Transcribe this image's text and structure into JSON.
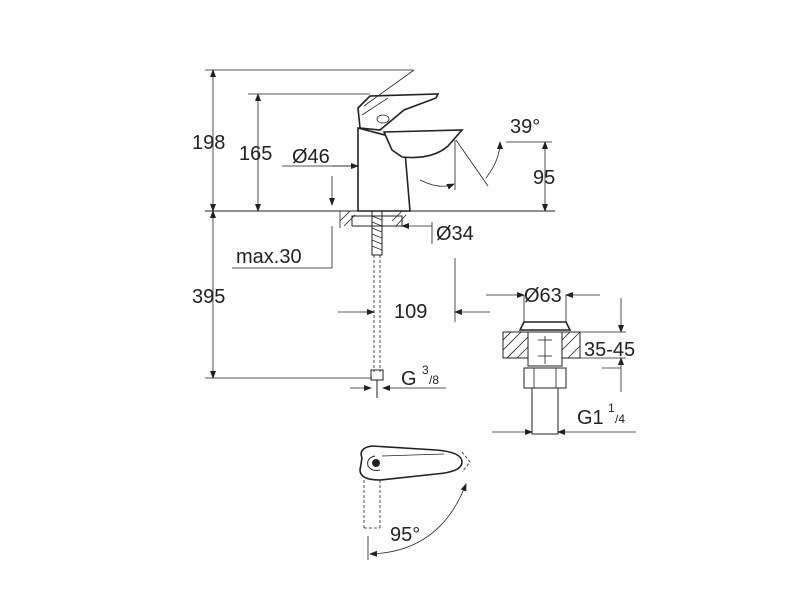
{
  "dimensions": {
    "total_height": "198",
    "spout_height": "165",
    "body_diameter": "Ø46",
    "lever_angle": "39°",
    "lever_rise": "95",
    "hole_diameter": "Ø34",
    "max_deck": "max.30",
    "hose_length": "395",
    "spout_reach": "109",
    "connection_prefix": "G",
    "connection_num": "3",
    "connection_den": "/8",
    "waste_diameter": "Ø63",
    "waste_thickness": "35-45",
    "waste_thread_prefix": "G1",
    "waste_thread_num": "1",
    "waste_thread_den": "/4",
    "rotation_angle": "95°"
  }
}
